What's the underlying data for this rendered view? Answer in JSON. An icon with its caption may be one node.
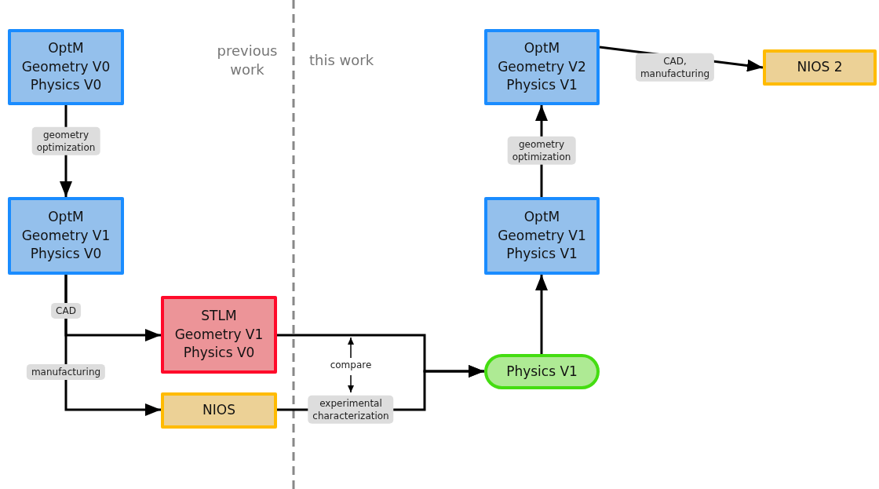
{
  "diagram": {
    "nodes": [
      {
        "text": [
          "OptM Geometry V0 Physics V0"
        ]
      },
      {
        "text": [
          "OptM Geometry V1 Physics V0"
        ]
      },
      {
        "text": [
          "STLM Geometry V1 Physics V0"
        ]
      },
      {
        "text": [
          "NIOS"
        ]
      },
      {
        "text": [
          "Physics V1"
        ]
      },
      {
        "text": [
          "OptM Geometry V1 Physics V1"
        ]
      },
      {
        "text": [
          "OptM Geometry V2 Physics V1"
        ]
      },
      {
        "text": [
          "NIOS 2"
        ]
      }
    ],
    "edges": [
      {
        "from": 0,
        "to": 1,
        "arrow": "to",
        "label": "geometry optimization"
      },
      {
        "from": 1,
        "to": 2,
        "arrow": "to",
        "label": "CAD"
      },
      {
        "from": 1,
        "to": 3,
        "arrow": "to",
        "label": "manufacturing"
      },
      {
        "from": 2,
        "to": 4,
        "arrow": "to"
      },
      {
        "from": 3,
        "to": 4,
        "arrow": "to",
        "label": "experimental characterization"
      },
      {
        "from": 4,
        "to": 5,
        "arrow": "to"
      },
      {
        "from": 5,
        "to": 6,
        "arrow": "to",
        "label": "geometry optimization"
      },
      {
        "from": 6,
        "to": 7,
        "arrow": "to",
        "label": "CAD, manufacturing"
      }
    ],
    "labels": [
      "previous work",
      "this work",
      "compare"
    ]
  }
}
